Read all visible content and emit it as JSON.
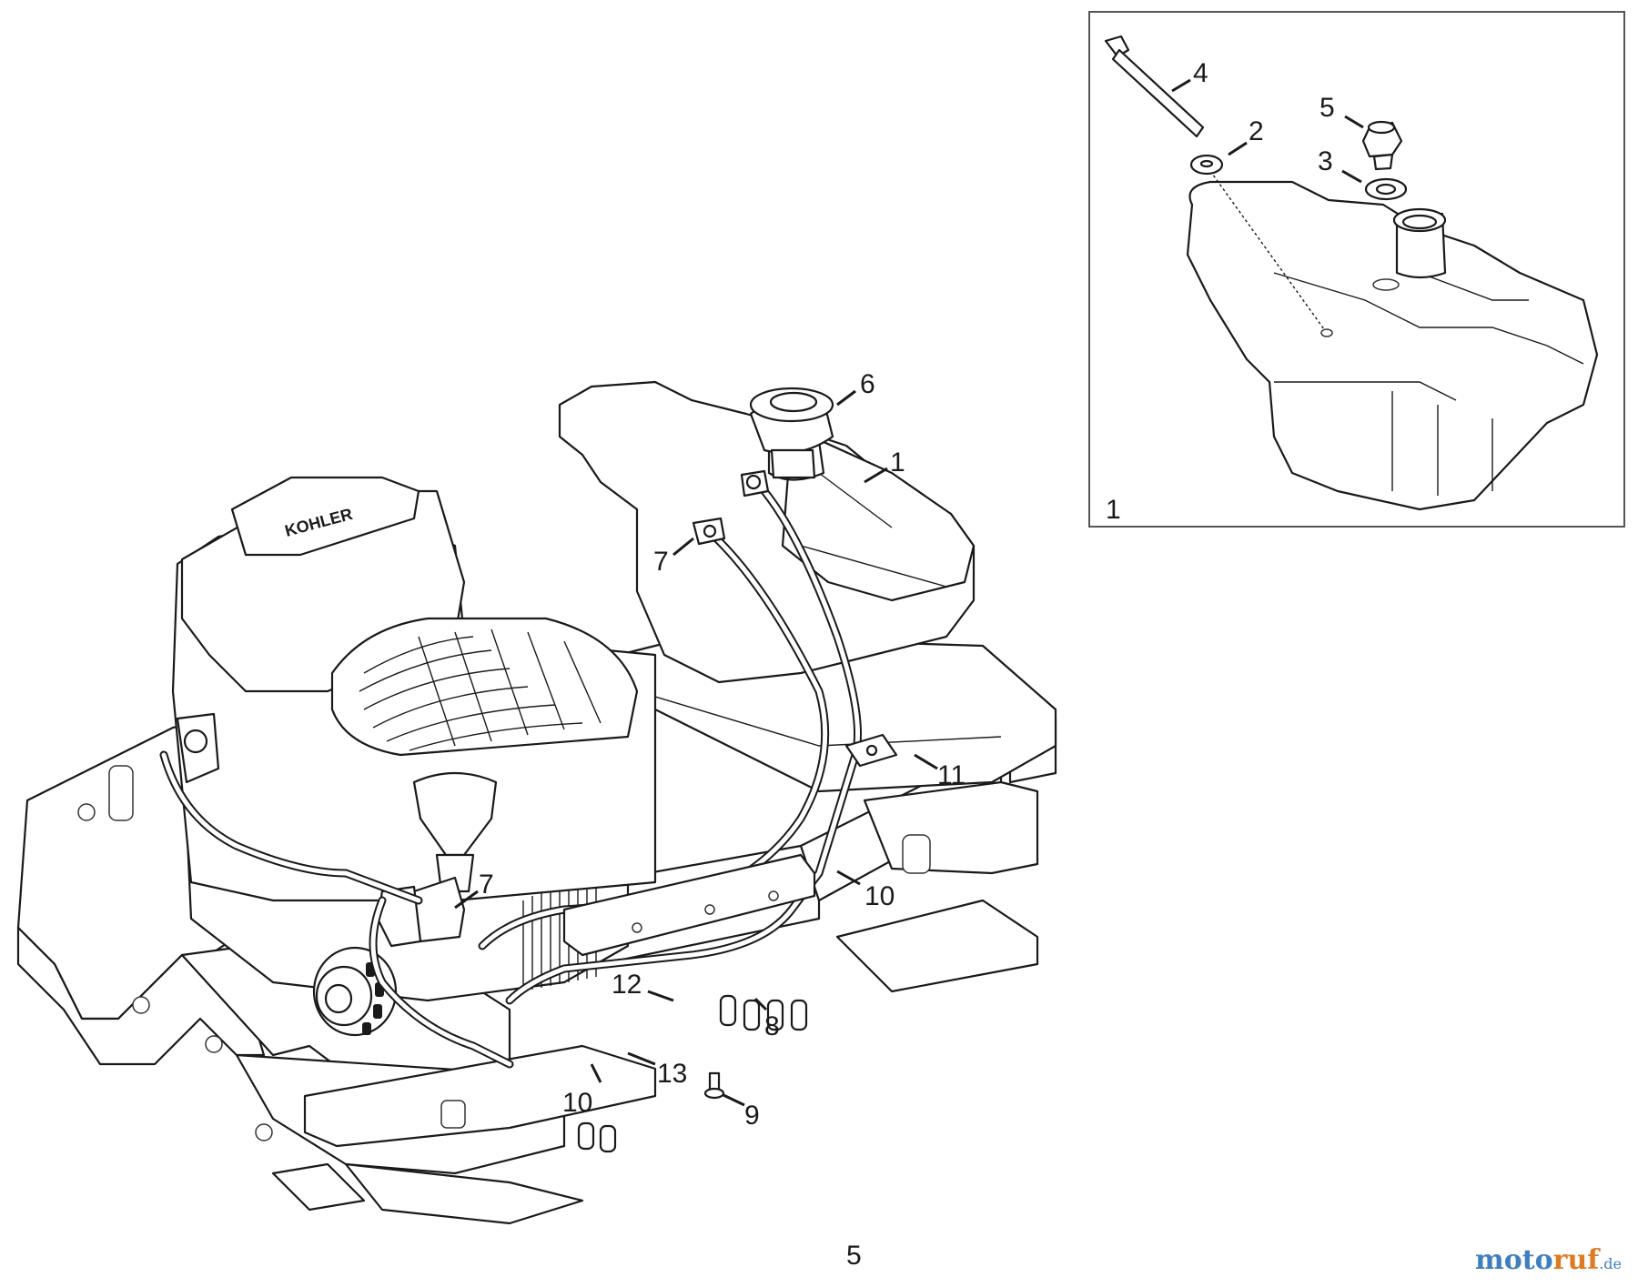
{
  "page_number": "5",
  "inset": {
    "label": "1"
  },
  "watermark": {
    "part1": "moto",
    "part2": "ruf",
    "suffix": ".de"
  },
  "callouts": {
    "c1_tank": "1",
    "c2_grommet": "2",
    "c3_bushing": "3",
    "c4_tube": "4",
    "c5_valve": "5",
    "c6_cap": "6",
    "c7_upper": "7",
    "c7_lower": "7",
    "c8_spacers": "8",
    "c9_screw": "9",
    "c10_right": "10",
    "c10_lower": "10",
    "c11_clamp": "11",
    "c12_hose": "12",
    "c13_bracket": "13"
  },
  "colors": {
    "line": "#1a1a1a",
    "frame": "#555555",
    "watermark_blue": "#3f7fbf",
    "watermark_orange": "#e07a20"
  }
}
